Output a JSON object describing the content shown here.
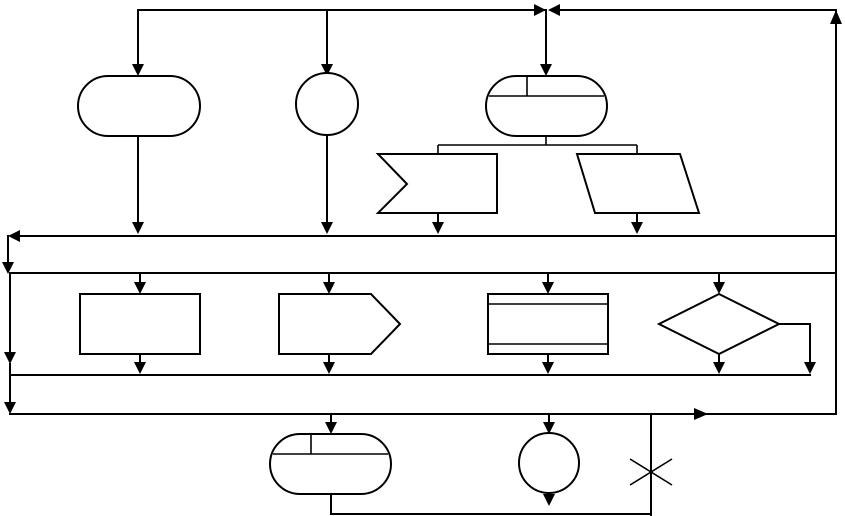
{
  "diagram": {
    "type": "flowchart",
    "stroke_color": "#000000",
    "background_color": "#ffffff",
    "shapes": [
      "terminator",
      "connector-circle",
      "sequential-storage",
      "manual-input",
      "input-output",
      "process",
      "off-page-connector",
      "stored-data",
      "decision",
      "sequential-storage",
      "connector-circle",
      "flow-end-cross"
    ]
  }
}
